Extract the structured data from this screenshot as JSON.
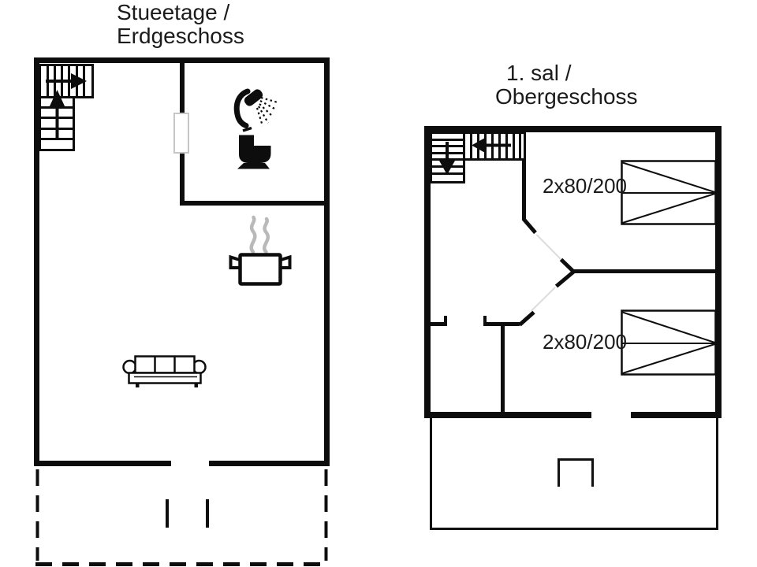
{
  "palette": {
    "background": "#ffffff",
    "ink": "#0d0d0d",
    "steam_gray": "#b9b9b9",
    "door_leaf_gray": "#dcdcdc"
  },
  "ground_floor": {
    "title_line1": "Stueetage /",
    "title_line2": "Erdgeschoss",
    "icons": [
      "staircase-icon",
      "shower-icon",
      "toilet-icon",
      "cooking-pot-icon",
      "steam-icon",
      "sofa-icon"
    ],
    "terrace_style": "dashed outline"
  },
  "upper_floor": {
    "title_line1": "1. sal /",
    "title_line2": "Obergeschoss",
    "icons": [
      "staircase-icon",
      "bed-icon",
      "bed-icon"
    ],
    "beds": [
      {
        "label": "2x80/200"
      },
      {
        "label": "2x80/200"
      }
    ]
  }
}
